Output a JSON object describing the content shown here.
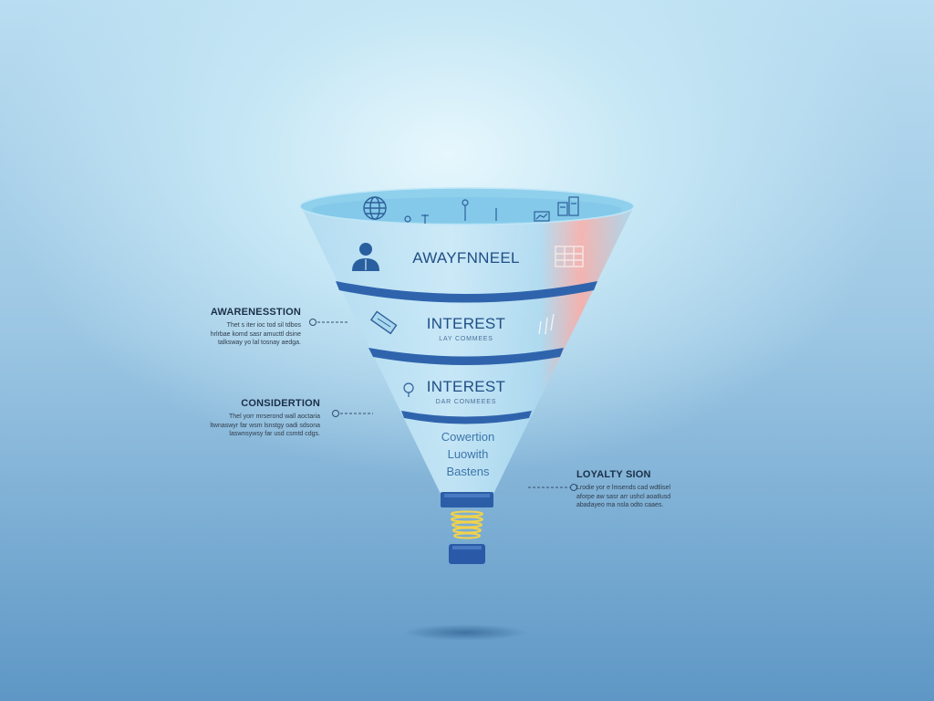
{
  "funnel": {
    "stages": [
      {
        "title": "AWAYFNNEEL",
        "subtitle": ""
      },
      {
        "title": "INTEREST",
        "subtitle": "LAY COMMEES"
      },
      {
        "title": "INTEREST",
        "subtitle": "DAR CONMEEES"
      }
    ],
    "neck_text": [
      "Cowertion",
      "Luowith",
      "Bastens"
    ]
  },
  "callouts": [
    {
      "heading": "AWARENESSTION",
      "desc": "Thet s iter ioc tod sil tdbos\nhrlrbae komd sasr amucttl dsine\ntalksway yo lal tosnay aedga."
    },
    {
      "heading": "CONSIDERTION",
      "desc": "Thel yorr mrserond wall aoctaria\nltwnaswyr far wsm lsnstgy oadi sdsona\nlaswnsywsy far usd csmtd cdgs."
    },
    {
      "heading": "LOYALTY SION",
      "desc": "Lrodie yor e lmsends cad wdtlisel\naforpe aw sasr arr ushcl aoatlusd\nabadayeo ma nsla odto caaes."
    }
  ],
  "colors": {
    "funnel_blue": "#8ccbe8",
    "funnel_band": "#2f64ad",
    "accent_red": "#ef8a86",
    "coil": "#f2d24a",
    "text_dark": "#1b2f47"
  },
  "icons": [
    "globe-icon",
    "signal-icon",
    "tower-icon",
    "chart-icon",
    "building-icon",
    "person-icon",
    "cart-icon",
    "ticket-icon",
    "bars-icon",
    "bulb-icon"
  ]
}
